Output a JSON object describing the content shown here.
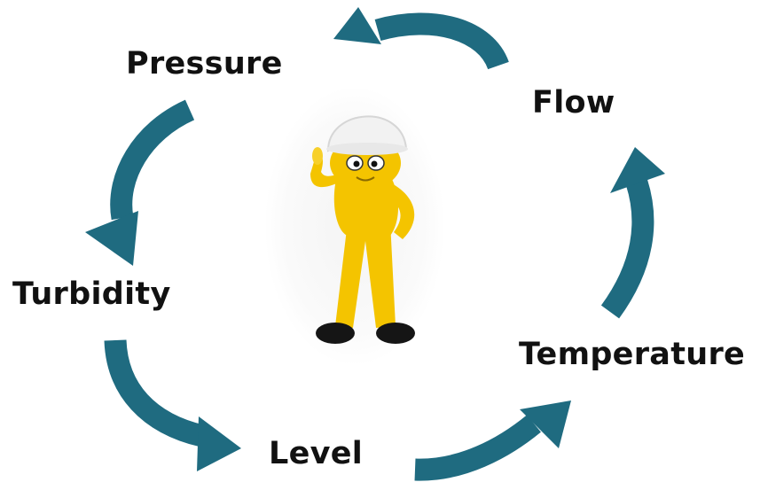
{
  "diagram": {
    "type": "cycle",
    "arrow_color": "#1f6b80",
    "nodes": [
      {
        "key": "pressure",
        "label": "Pressure"
      },
      {
        "key": "flow",
        "label": "Flow"
      },
      {
        "key": "temperature",
        "label": "Temperature"
      },
      {
        "key": "level",
        "label": "Level"
      },
      {
        "key": "turbidity",
        "label": "Turbidity"
      }
    ],
    "flow_direction": "counter-clockwise",
    "arrows": [
      {
        "from": "flow",
        "to": "pressure"
      },
      {
        "from": "pressure",
        "to": "turbidity"
      },
      {
        "from": "turbidity",
        "to": "level"
      },
      {
        "from": "level",
        "to": "temperature"
      },
      {
        "from": "temperature",
        "to": "flow"
      }
    ],
    "center_figure": {
      "icon": "mascot-hardhat-figure",
      "body_color": "#f4c400",
      "helmet_color": "#f2f2f2",
      "shoe_color": "#151515"
    }
  }
}
